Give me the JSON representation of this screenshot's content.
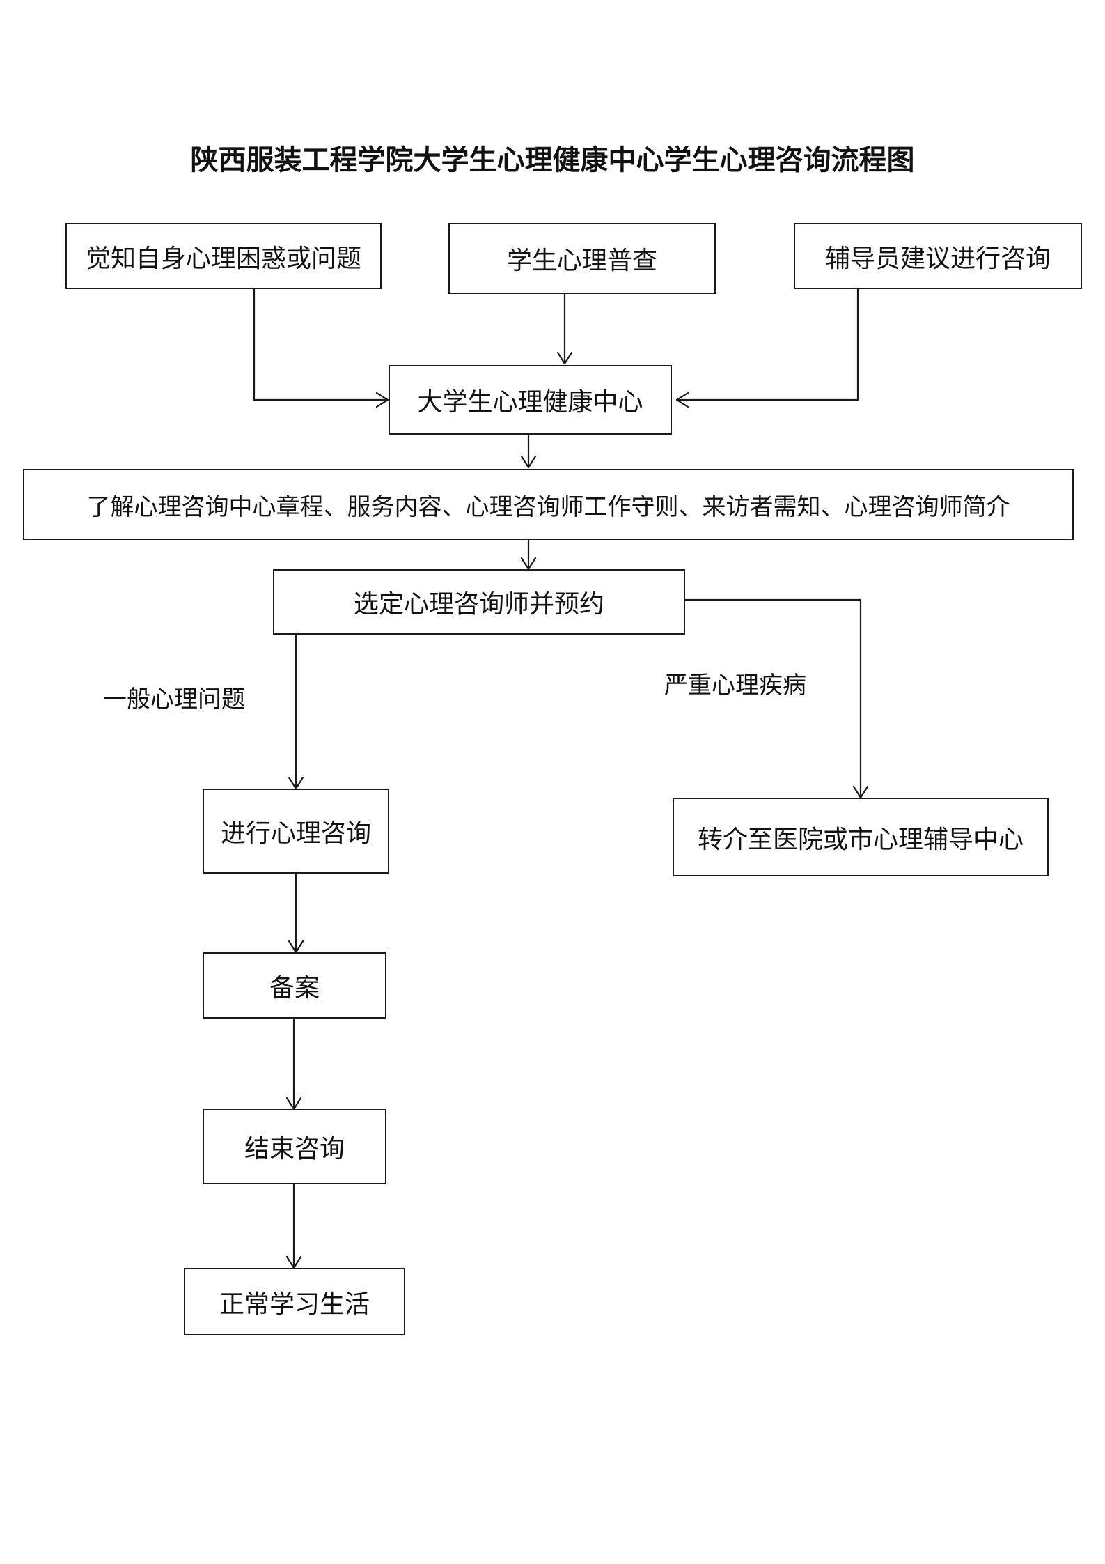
{
  "title": "陕西服装工程学院大学生心理健康中心学生心理咨询流程图",
  "nodes": {
    "self_awareness": "觉知自身心理困惑或问题",
    "mental_survey": "学生心理普查",
    "counselor_advice": "辅导员建议进行咨询",
    "health_center": "大学生心理健康中心",
    "learn_rules": "了解心理咨询中心章程、服务内容、心理咨询师工作守则、来访者需知、心理咨询师简介",
    "choose_counselor": "选定心理咨询师并预约",
    "do_counseling": "进行心理咨询",
    "referral": "转介至医院或市心理辅导中心",
    "record": "备案",
    "end_counseling": "结束咨询",
    "normal_life": "正常学习生活"
  },
  "edge_labels": {
    "general": "一般心理问题",
    "serious": "严重心理疾病"
  }
}
